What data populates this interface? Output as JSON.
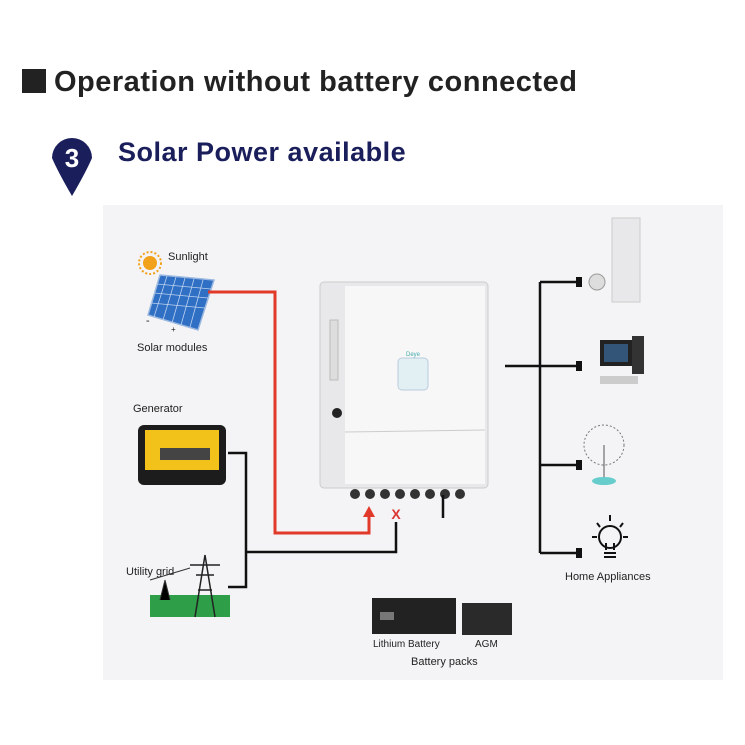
{
  "header": {
    "title": "Operation without battery connected",
    "step_number": "3",
    "subtitle": "Solar Power available"
  },
  "labels": {
    "sunlight": "Sunlight",
    "solar_modules": "Solar modules",
    "generator": "Generator",
    "utility_grid": "Utility grid",
    "home_appliances": "Home Appliances",
    "lithium_battery": "Lithium Battery",
    "agm": "AGM",
    "battery_packs": "Battery packs",
    "blocked_mark": "X",
    "minus": "-",
    "plus": "+"
  },
  "colors": {
    "accent": "#1a1f5c",
    "power_line": "#e23a2a",
    "wire": "#111111"
  }
}
